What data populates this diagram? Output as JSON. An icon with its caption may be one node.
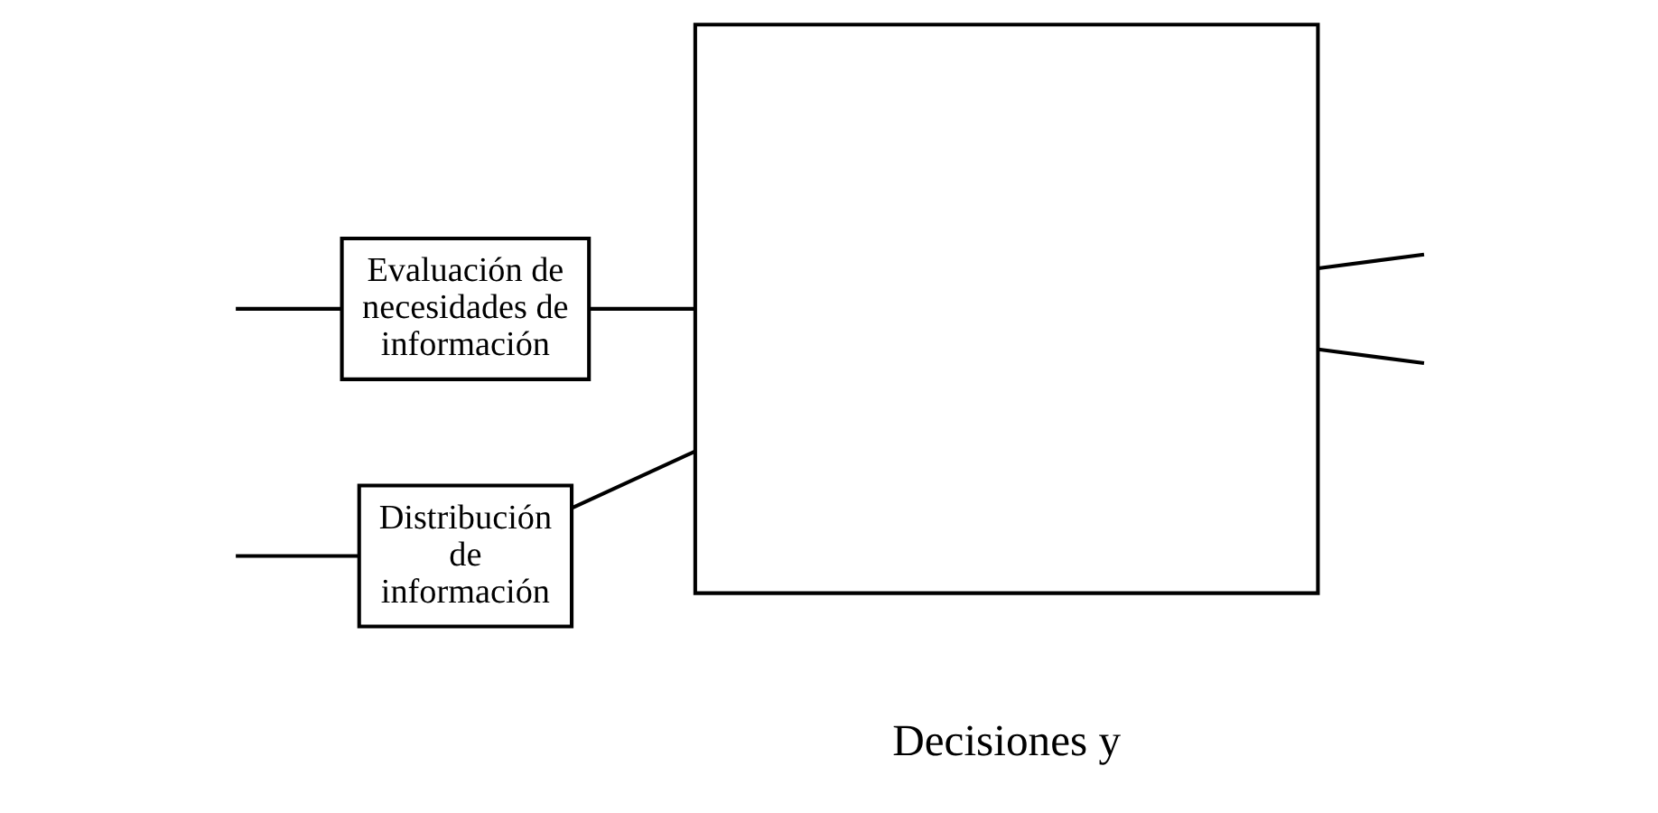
{
  "diagram": {
    "nodes": [
      {
        "text": [
          "Evaluación de necesidades de información"
        ]
      },
      {
        "text": [
          "Distribución de información"
        ]
      },
      {
        "text": [],
        "shape": "box"
      }
    ],
    "edges": [
      {
        "from": null,
        "to": 0,
        "arrow": "none"
      },
      {
        "from": 0,
        "to": 2,
        "arrow": "none"
      },
      {
        "from": null,
        "to": 1,
        "arrow": "none"
      },
      {
        "from": 1,
        "to": 2,
        "arrow": "none"
      },
      {
        "from": 2,
        "to": null,
        "arrow": "none"
      },
      {
        "from": 2,
        "to": null,
        "arrow": "none"
      }
    ],
    "labels": [
      "Decisiones y"
    ]
  }
}
